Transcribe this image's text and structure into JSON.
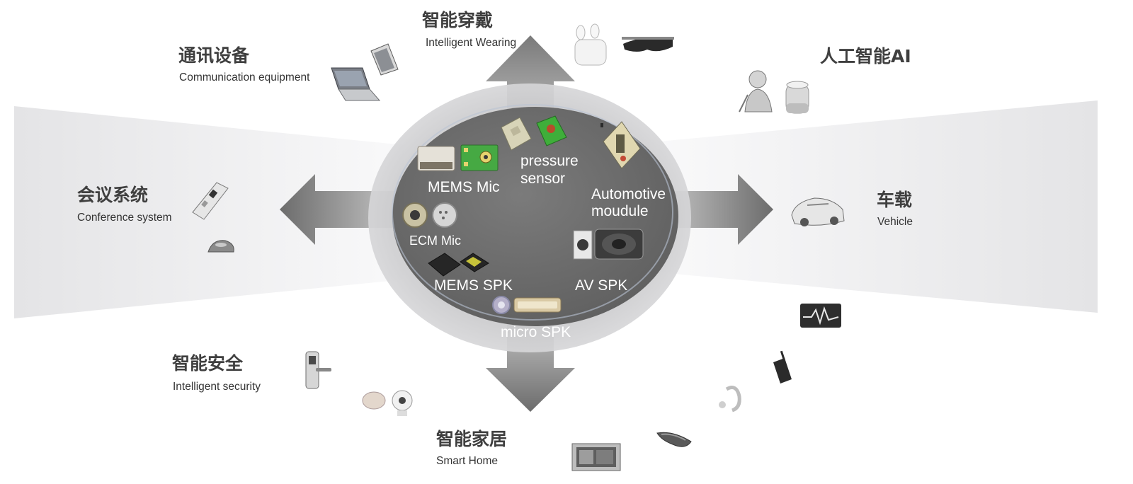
{
  "categories": {
    "communication": {
      "zh": "通讯设备",
      "en": "Communication equipment"
    },
    "wearing": {
      "zh": "智能穿戴",
      "en": "Intelligent Wearing"
    },
    "ai": {
      "zh": "人工智能AI"
    },
    "conference": {
      "zh": "会议系统",
      "en": "Conference  system"
    },
    "vehicle": {
      "zh": "车载",
      "en": "Vehicle"
    },
    "security": {
      "zh": "智能安全",
      "en": "Intelligent  security"
    },
    "home": {
      "zh": "智能家居",
      "en": "Smart Home"
    }
  },
  "products": {
    "mems_mic": "MEMS Mic",
    "pressure_sensor_line1": "pressure",
    "pressure_sensor_line2": "sensor",
    "automotive_line1": "Automotive",
    "automotive_line2": "moudule",
    "ecm_mic": "ECM Mic",
    "mems_spk": "MEMS SPK",
    "av_spk": "AV SPK",
    "micro_spk": "micro SPK"
  },
  "icons": [
    "laptop-icon",
    "tablet-icon",
    "earbuds-case-icon",
    "smart-glasses-icon",
    "robot-icon",
    "smart-speaker-icon",
    "voice-recorder-icon",
    "conference-phone-icon",
    "car-icon",
    "audio-wave-icon",
    "walkie-talkie-icon",
    "hearing-aid-icon",
    "smart-lock-icon",
    "baby-camera-icon",
    "presenter-remote-icon",
    "photo-frame-icon"
  ],
  "colors": {
    "plate": "#6a6a6a",
    "ring": "#c2c2c4",
    "arrow_dark": "#6f6f6f",
    "arrow_light": "#dcdcdc",
    "band": "#ebebed",
    "title": "#3f3f3f",
    "pcb_green": "#3fae3a"
  }
}
